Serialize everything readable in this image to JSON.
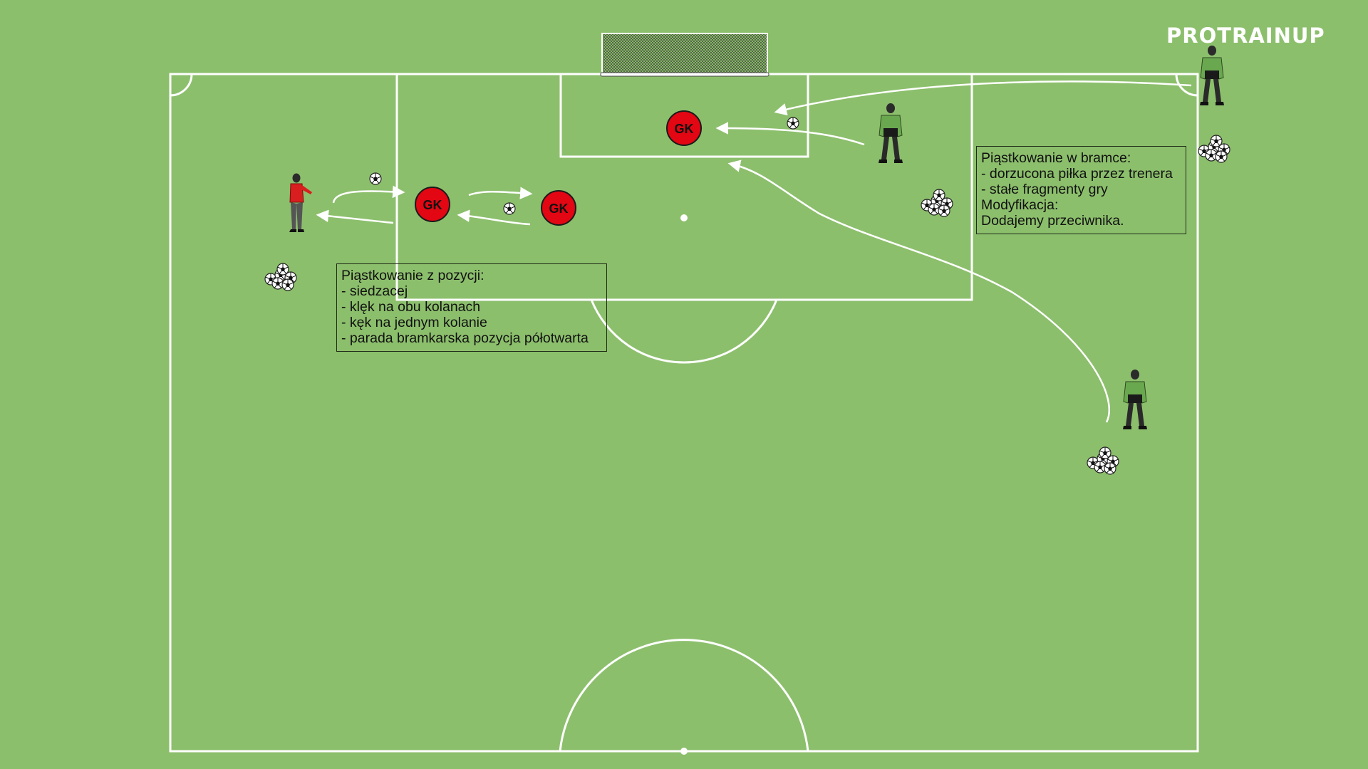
{
  "brand": {
    "logo_text": "PROTRAINUP"
  },
  "colors": {
    "pitch": "#8cbf6c",
    "lines": "#ffffff",
    "gk_marker": "#e30613",
    "coach_shirt": "#d81e1e",
    "keeper_kit": "#6aa84f"
  },
  "markers": [
    {
      "label": "GK"
    },
    {
      "label": "GK"
    },
    {
      "label": "GK"
    }
  ],
  "notes": {
    "left": {
      "title": "Piąstkowanie z pozycji:",
      "items": [
        "- siedzacej",
        "- klęk na obu kolanach",
        "- kęk na jednym kolanie",
        "- parada bramkarska pozycja półotwarta"
      ]
    },
    "right": {
      "title": "Piąstkowanie w bramce:",
      "items": [
        "- dorzucona piłka przez trenera",
        "- stałe fragmenty gry"
      ],
      "mod_title": "Modyfikacja:",
      "mod_text": "Dodajemy przeciwnika."
    }
  },
  "icons": {
    "coach": "coach-figure-icon",
    "keeper": "goalkeeper-figure-icon",
    "ball": "soccer-ball-icon",
    "ball_pile": "ball-pile-icon",
    "goal": "goal-net-icon"
  }
}
